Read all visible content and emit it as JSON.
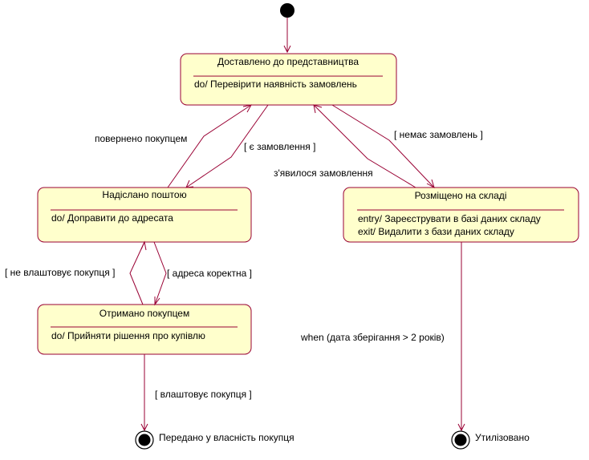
{
  "colors": {
    "state_fill": "#ffffcc",
    "state_border": "#990033",
    "line": "#990033",
    "text": "#000000"
  },
  "states": {
    "delivered": {
      "name": "Доставлено до представництва",
      "actions": [
        "do/ Перевірити наявність замовлень"
      ]
    },
    "sent": {
      "name": "Надіслано поштою",
      "actions": [
        "do/ Доправити до адресата"
      ]
    },
    "received": {
      "name": "Отримано покупцем",
      "actions": [
        "do/ Прийняти рішення про купівлю"
      ]
    },
    "stored": {
      "name": "Розміщено на складі",
      "actions": [
        "entry/ Зареєструвати в базі даних складу",
        "exit/ Видалити з бази даних складу"
      ]
    }
  },
  "final_states": {
    "transferred": "Передано у власність покупця",
    "disposed": "Утилізовано"
  },
  "transitions": {
    "returned": "повернено покупцем",
    "has_order": "[ є замовлення ]",
    "no_orders": "[ немає замовлень ]",
    "order_appeared": "з'явилося замовлення",
    "not_satisfied": "[ не влаштовує покупця ]",
    "address_correct": "[ адреса коректна ]",
    "satisfied": "[ влаштовує покупця ]",
    "expired": "when (дата зберігання > 2 років)"
  }
}
